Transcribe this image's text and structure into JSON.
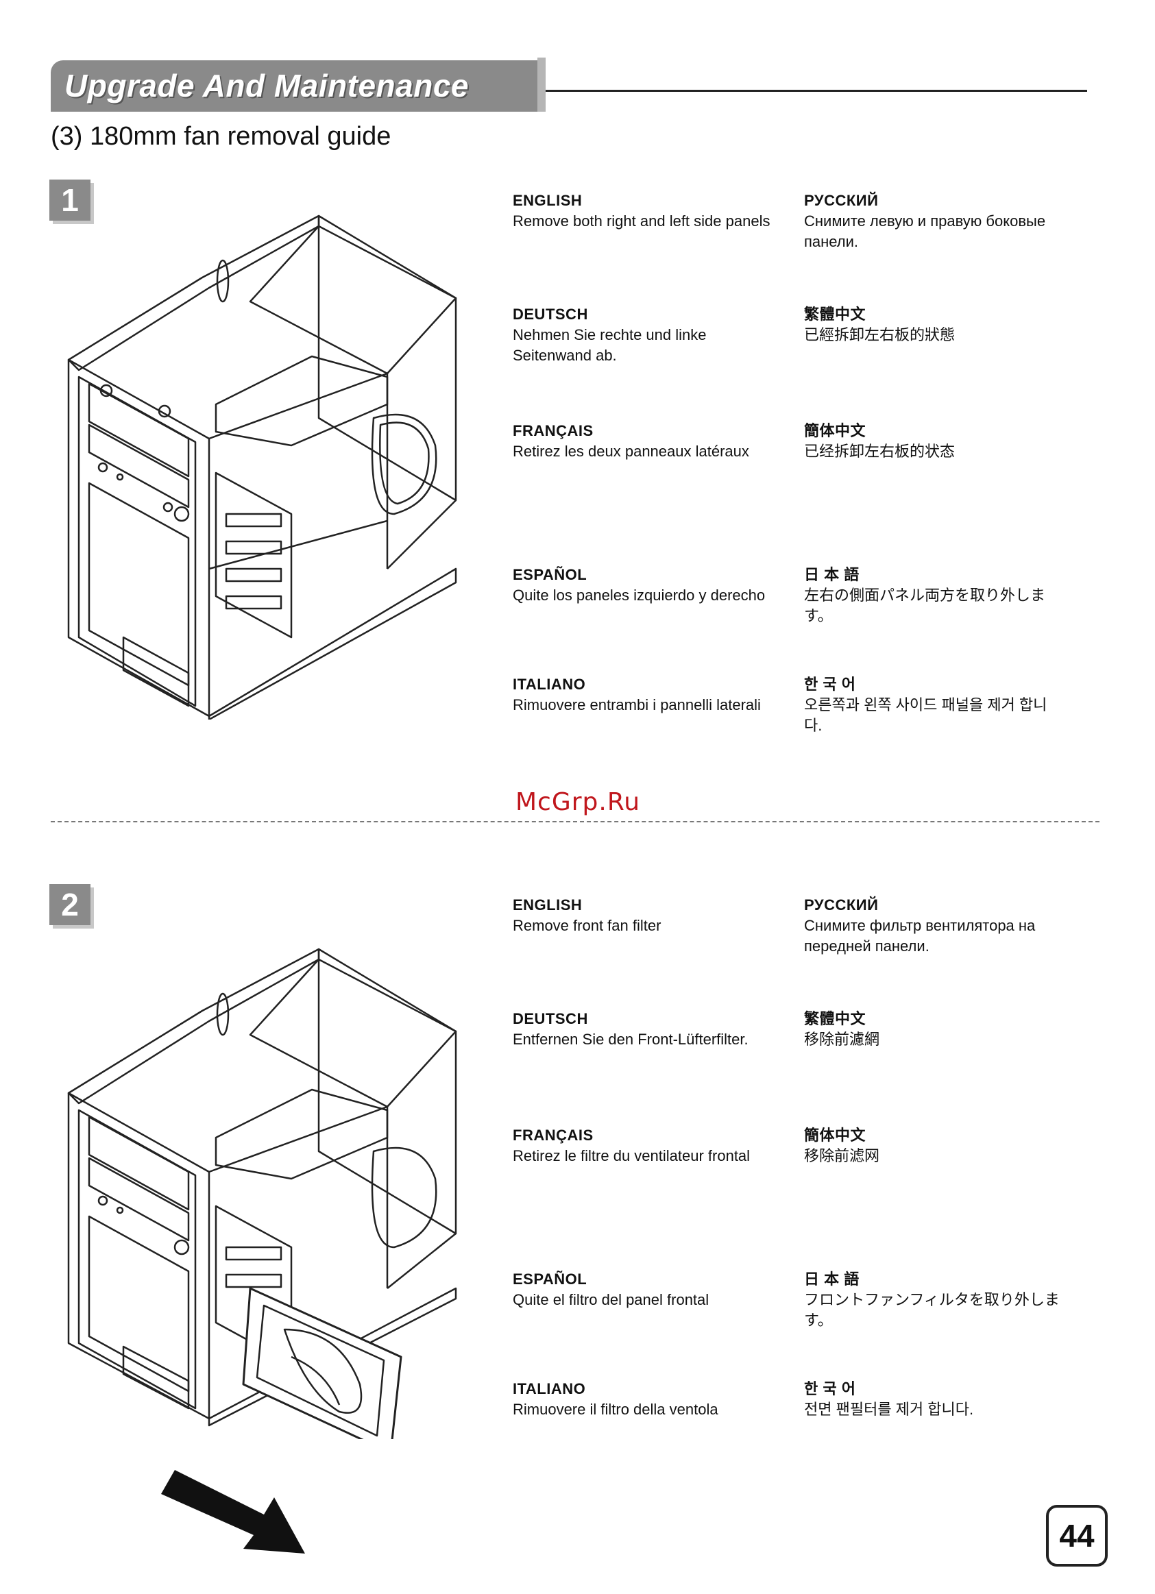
{
  "header": {
    "title": "Upgrade And Maintenance",
    "subtitle": "(3) 180mm fan removal guide"
  },
  "watermark": "McGrp.Ru",
  "page_number": "44",
  "steps": [
    {
      "number": "1",
      "languages": [
        {
          "name": "ENGLISH",
          "text": "Remove both right and left side panels"
        },
        {
          "name": "РУССКИЙ",
          "text": "Снимите левую и правую боковые панели."
        },
        {
          "name": "DEUTSCH",
          "text": "Nehmen Sie rechte und linke Seitenwand ab."
        },
        {
          "name": "繁體中文",
          "text": "已經拆卸左右板的狀態"
        },
        {
          "name": "FRANÇAIS",
          "text": "Retirez les deux panneaux latéraux"
        },
        {
          "name": "簡体中文",
          "text": "已经拆卸左右板的状态"
        },
        {
          "name": "ESPAÑOL",
          "text": "Quite los paneles izquierdo y derecho"
        },
        {
          "name": "日 本 語",
          "text": "左右の側面パネル両方を取り外します。"
        },
        {
          "name": "ITALIANO",
          "text": "Rimuovere entrambi i pannelli laterali"
        },
        {
          "name": "한 국 어",
          "text": "오른쪽과 왼쪽 사이드 패널을 제거 합니다."
        }
      ]
    },
    {
      "number": "2",
      "languages": [
        {
          "name": "ENGLISH",
          "text": "Remove front fan filter"
        },
        {
          "name": "РУССКИЙ",
          "text": "Снимите фильтр вентилятора на передней панели."
        },
        {
          "name": "DEUTSCH",
          "text": "Entfernen Sie den Front-Lüfterfilter."
        },
        {
          "name": "繁體中文",
          "text": "移除前濾網"
        },
        {
          "name": "FRANÇAIS",
          "text": "Retirez le filtre du ventilateur frontal"
        },
        {
          "name": "簡体中文",
          "text": "移除前滤网"
        },
        {
          "name": "ESPAÑOL",
          "text": "Quite el filtro del panel frontal"
        },
        {
          "name": "日 本 語",
          "text": "フロントファンフィルタを取り外します。"
        },
        {
          "name": "ITALIANO",
          "text": "Rimuovere il filtro della ventola"
        },
        {
          "name": "한 국 어",
          "text": "전면 팬필터를 제거 합니다."
        }
      ]
    }
  ]
}
